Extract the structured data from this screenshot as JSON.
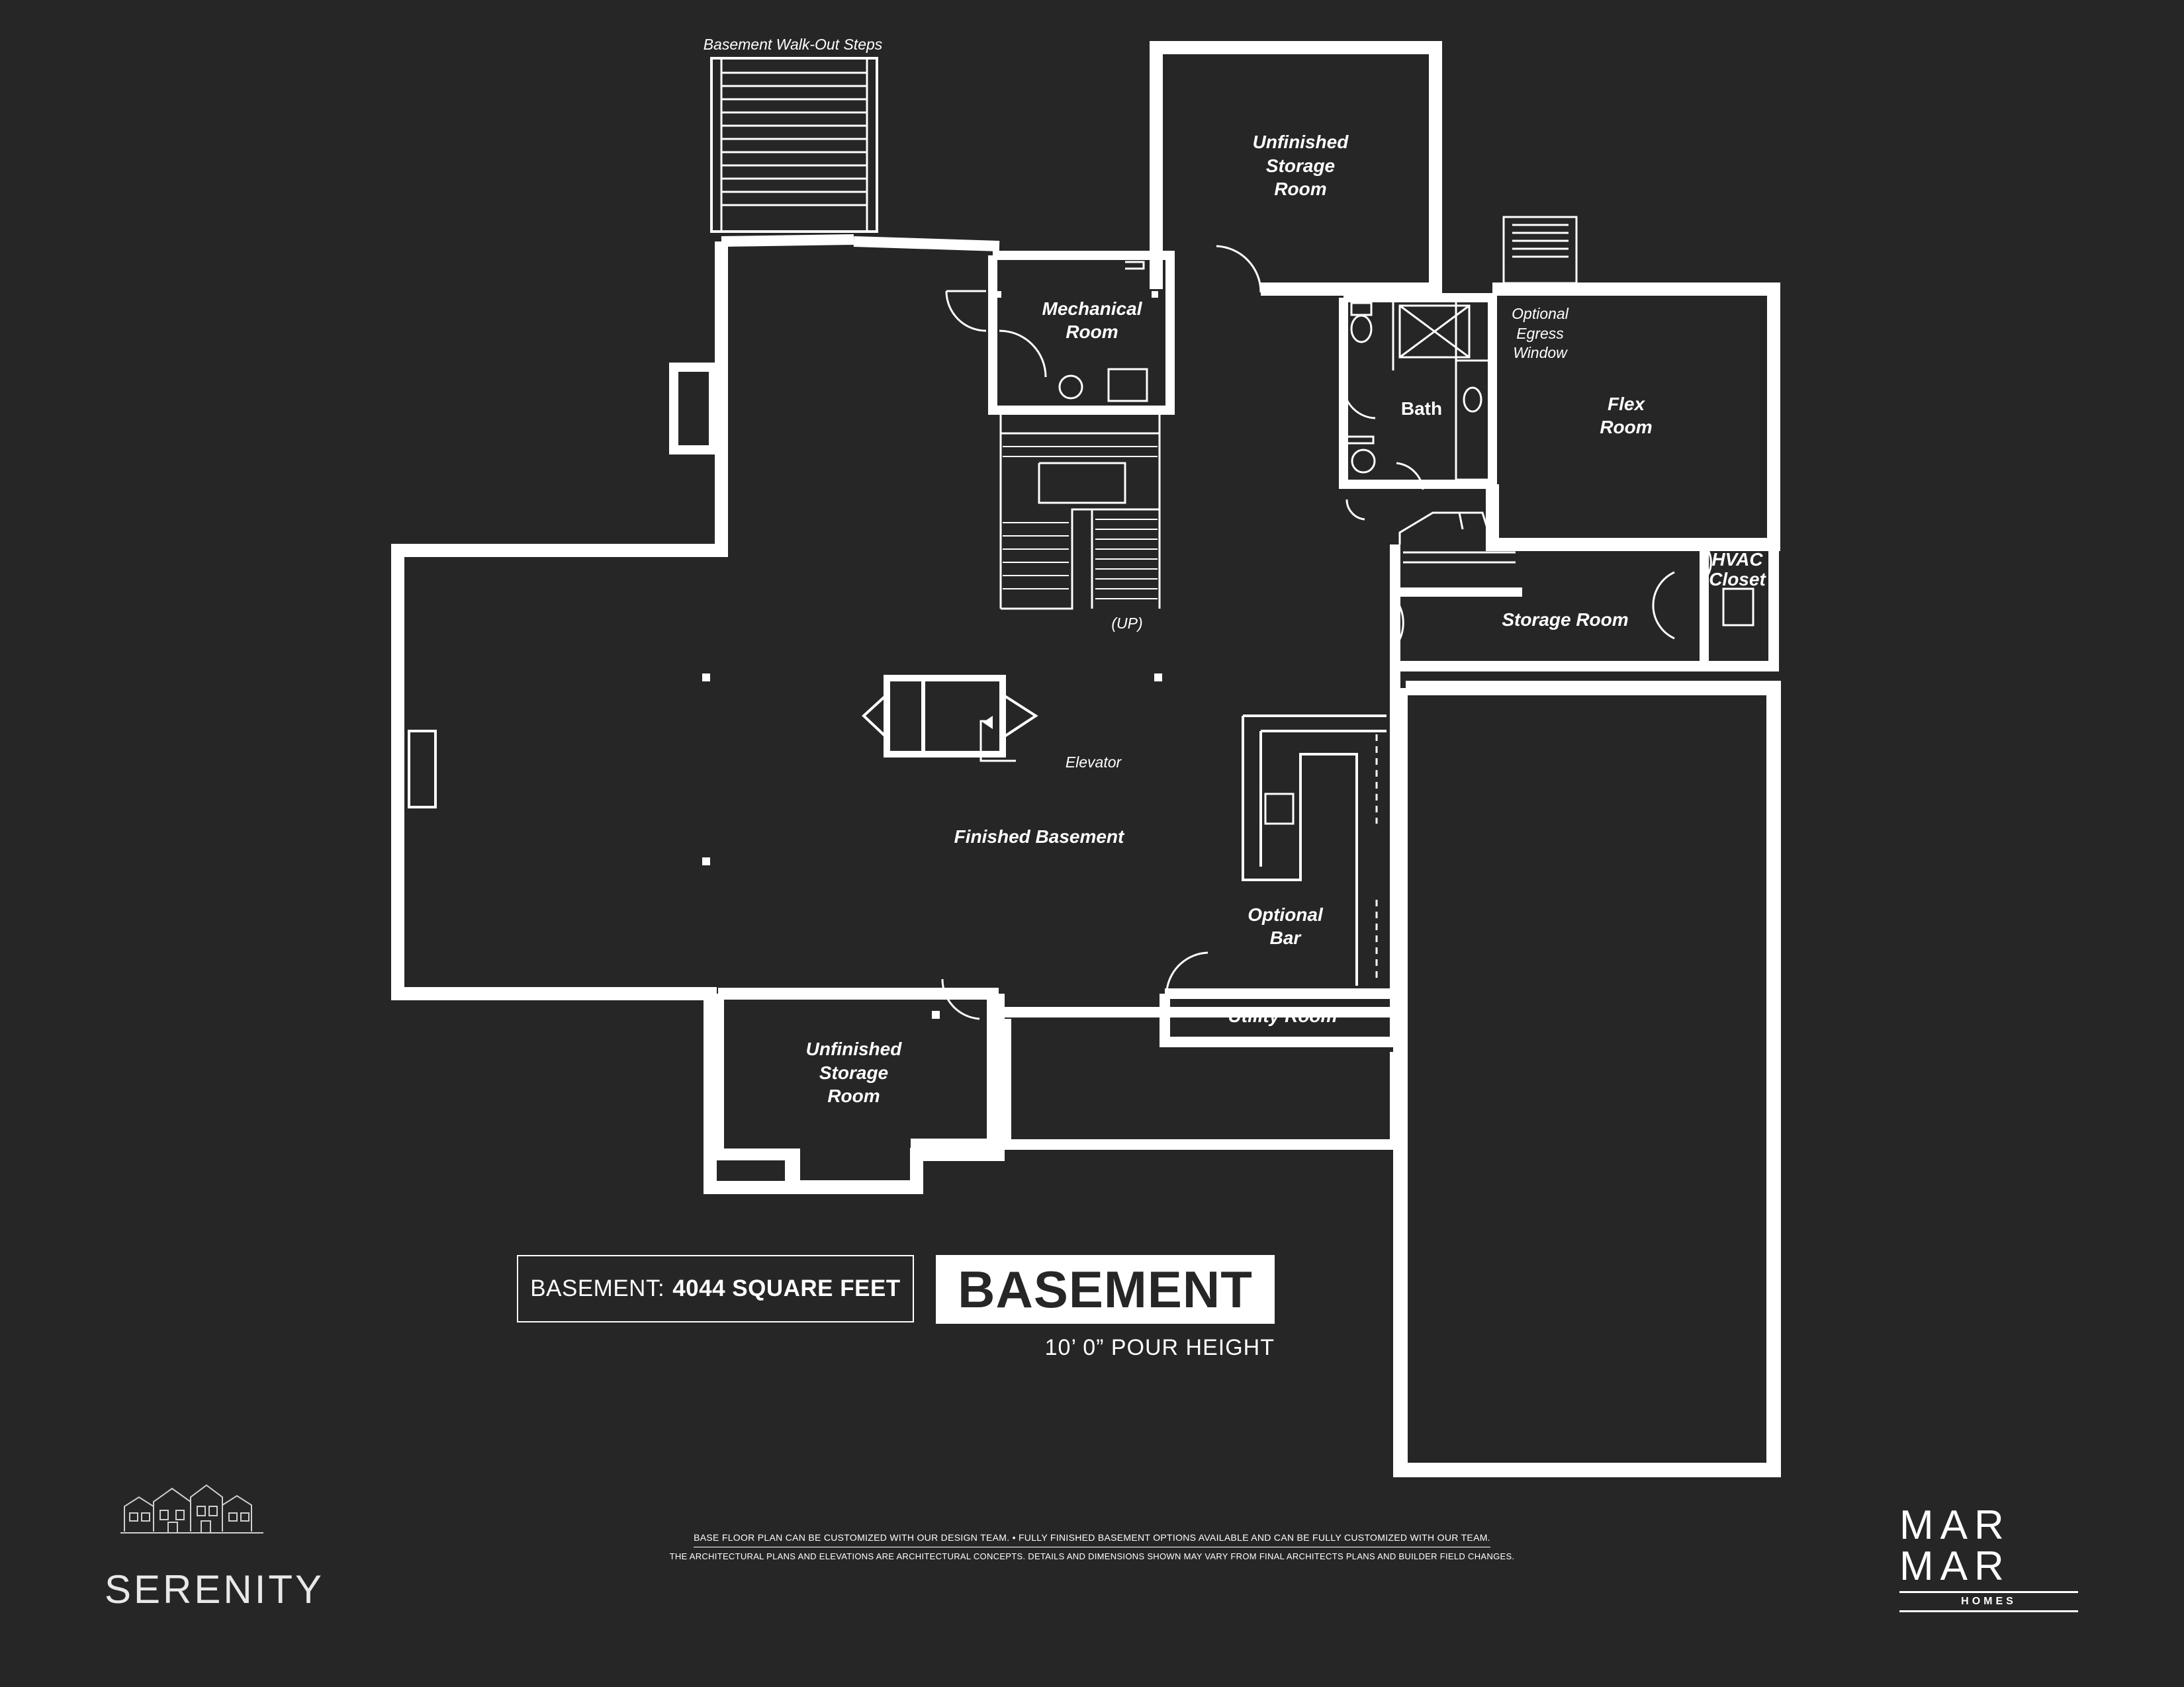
{
  "rooms": {
    "walkout_steps": "Basement Walk-Out Steps",
    "unfinished_storage_top_1": "Unfinished",
    "unfinished_storage_top_2": "Storage",
    "unfinished_storage_top_3": "Room",
    "mechanical_1": "Mechanical",
    "mechanical_2": "Room",
    "egress_1": "Optional",
    "egress_2": "Egress",
    "egress_3": "Window",
    "bath": "Bath",
    "flex_1": "Flex",
    "flex_2": "Room",
    "hvac_1": "HVAC",
    "hvac_2": "Closet",
    "storage_room": "Storage Room",
    "stairs_up": "(UP)",
    "elevator": "Elevator",
    "finished_basement": "Finished Basement",
    "optional_bar_1": "Optional",
    "optional_bar_2": "Bar",
    "utility_room": "Utility Room",
    "unfinished_storage_bottom_1": "Unfinished",
    "unfinished_storage_bottom_2": "Storage",
    "unfinished_storage_bottom_3": "Room"
  },
  "info": {
    "sqft_label": "BASEMENT:",
    "sqft_value": "4044 SQUARE FEET",
    "title": "BASEMENT",
    "pour_height": "10’ 0” POUR HEIGHT"
  },
  "model_name": "SERENITY",
  "disclaimer": {
    "line1": "BASE FLOOR PLAN CAN BE CUSTOMIZED WITH OUR DESIGN TEAM. • FULLY FINISHED BASEMENT OPTIONS AVAILABLE AND CAN BE FULLY CUSTOMIZED WITH OUR TEAM.",
    "line2": "THE ARCHITECTURAL PLANS AND ELEVATIONS ARE ARCHITECTURAL CONCEPTS. DETAILS AND DIMENSIONS SHOWN MAY VARY FROM FINAL ARCHITECTS PLANS AND BUILDER FIELD CHANGES."
  },
  "logo": {
    "row1": "MAR",
    "row2": "MAR",
    "sub": "HOMES"
  },
  "colors": {
    "background": "#262626",
    "walls": "#ffffff"
  }
}
